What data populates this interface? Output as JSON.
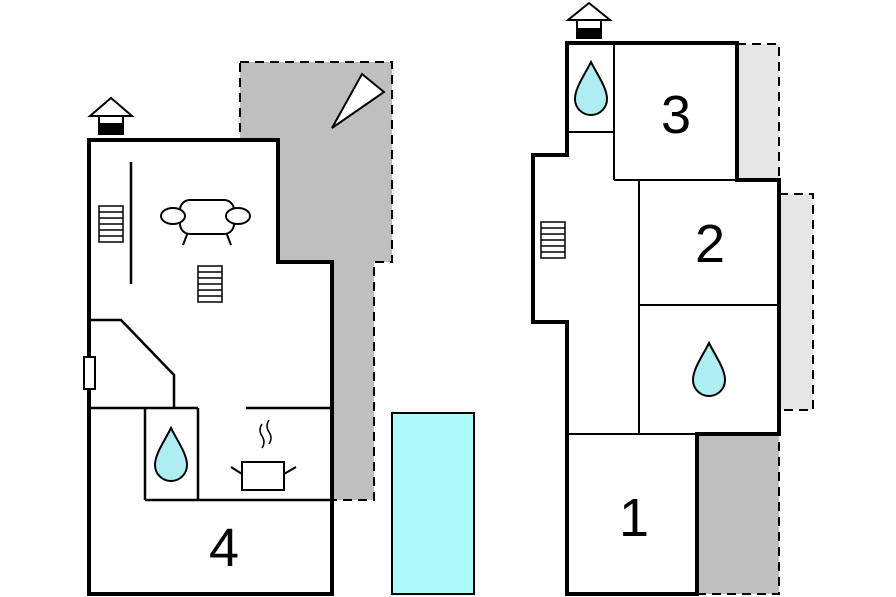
{
  "floors": [
    {
      "rooms": [
        {
          "label": "4"
        }
      ],
      "icons": [
        "chimney-icon",
        "compass-icon",
        "sofa-icon",
        "stairs-icon",
        "water-drop-icon",
        "cooking-pot-icon",
        "door-icon",
        "pool-icon"
      ]
    },
    {
      "rooms": [
        {
          "label": "3"
        },
        {
          "label": "2"
        },
        {
          "label": "1"
        }
      ],
      "icons": [
        "chimney-icon",
        "water-drop-icon",
        "stairs-icon"
      ]
    }
  ],
  "colors": {
    "wall": "#000000",
    "terrace_dark": "#bfbfbf",
    "terrace_light": "#e6e6e6",
    "water": "#aeeef3",
    "pool": "#aefbfb",
    "chimney_cap": "#000000"
  }
}
